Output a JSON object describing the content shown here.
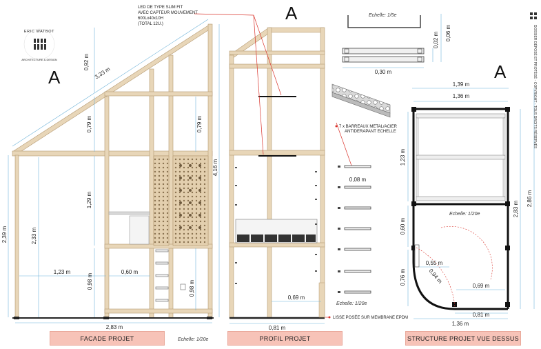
{
  "page_letters": {
    "facade": "A",
    "profil": "A",
    "dessus": "A"
  },
  "logo": {
    "name": "ERIC WATBOT",
    "subtitle": "ARCHITECTURE & DESIGN"
  },
  "led_note": {
    "line1": "LED DE TYPE SLIM FIT",
    "line2": "AVEC CAPTEUR MOUVEMENT",
    "line3": "600Lx40x10H",
    "line4": "(TOTAL 12U.)"
  },
  "bars_note": {
    "line1": "7 x BARREAUX METAL/ACIER",
    "line2": "ANTIDERAPANT ECHELLE"
  },
  "lisse_note": "LISSE POSÉE SUR MEMBRANE EPDM",
  "scales": {
    "detail": "Echelle: 1/5e",
    "profil_bars": "Echelle: 1/20e",
    "dessus": "Echelle: 1/20e",
    "facade": "Echelle: 1/20e"
  },
  "titles": {
    "facade": "FACADE PROJET",
    "profil": "PROFIL PROJET",
    "dessus": "STRUCTURE PROJET VUE DESSUS"
  },
  "copyright": "DOSSIER DÉPOSÉ ET PROTÉGÉ - COPYRIGHT - TOUS DROITS RÉSERVÉS",
  "dims": {
    "f_092": "0,92 m",
    "f_333": "3,33 m",
    "f_079a": "0,79 m",
    "f_079b": "0,79 m",
    "f_416": "4,16 m",
    "f_129": "1,29 m",
    "f_239": "2,39 m",
    "f_233": "2,33 m",
    "f_123": "1,23 m",
    "f_060": "0,60 m",
    "f_098a": "0,98 m",
    "f_098b": "0,98 m",
    "f_283": "2,83 m",
    "d_002": "0,02 m",
    "d_006": "0,06 m",
    "d_030": "0,30 m",
    "p_008": "0,08 m",
    "p_069": "0,69 m",
    "p_081": "0,81 m",
    "t_139": "1,39 m",
    "t_136a": "1,36 m",
    "t_123": "1,23 m",
    "t_060": "0,60 m",
    "t_076": "0,76 m",
    "t_283": "2,83 m",
    "t_286": "2,86 m",
    "t_055": "0,55 m",
    "t_094": "0,94 m",
    "t_069": "0,69 m",
    "t_081": "0,81 m",
    "t_136b": "1,36 m"
  }
}
